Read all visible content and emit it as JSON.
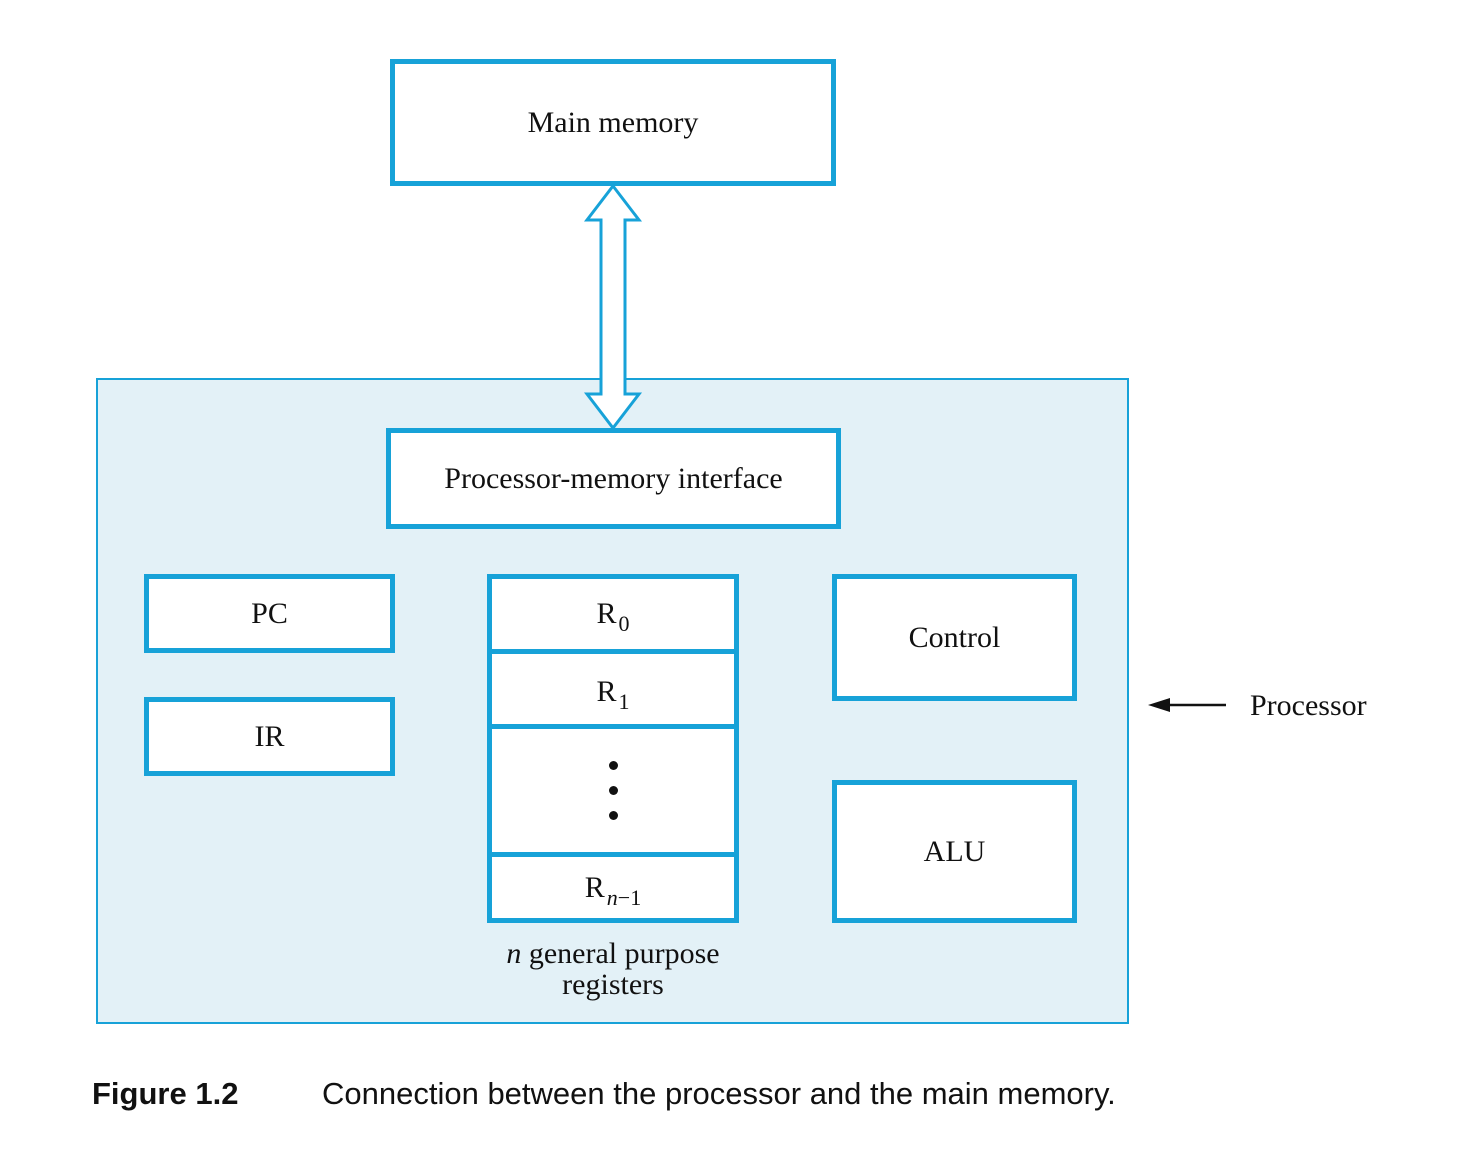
{
  "diagram": {
    "main_memory": "Main memory",
    "processor_memory_interface": "Processor-memory interface",
    "pc": "PC",
    "ir": "IR",
    "control": "Control",
    "alu": "ALU",
    "processor_label": "Processor",
    "registers": {
      "r0": {
        "letter": "R",
        "sub": "0"
      },
      "r1": {
        "letter": "R",
        "sub": "1"
      },
      "rn": {
        "letter": "R",
        "sub_italic": "n",
        "sub_rest": "−1"
      }
    },
    "registers_caption": {
      "italic": "n",
      "line1_rest": " general purpose",
      "line2": "registers"
    }
  },
  "caption": {
    "number": "Figure 1.2",
    "text": "Connection between the processor and the main memory."
  },
  "colors": {
    "accent": "#17a2d8",
    "processor_fill": "#e3f1f7"
  }
}
